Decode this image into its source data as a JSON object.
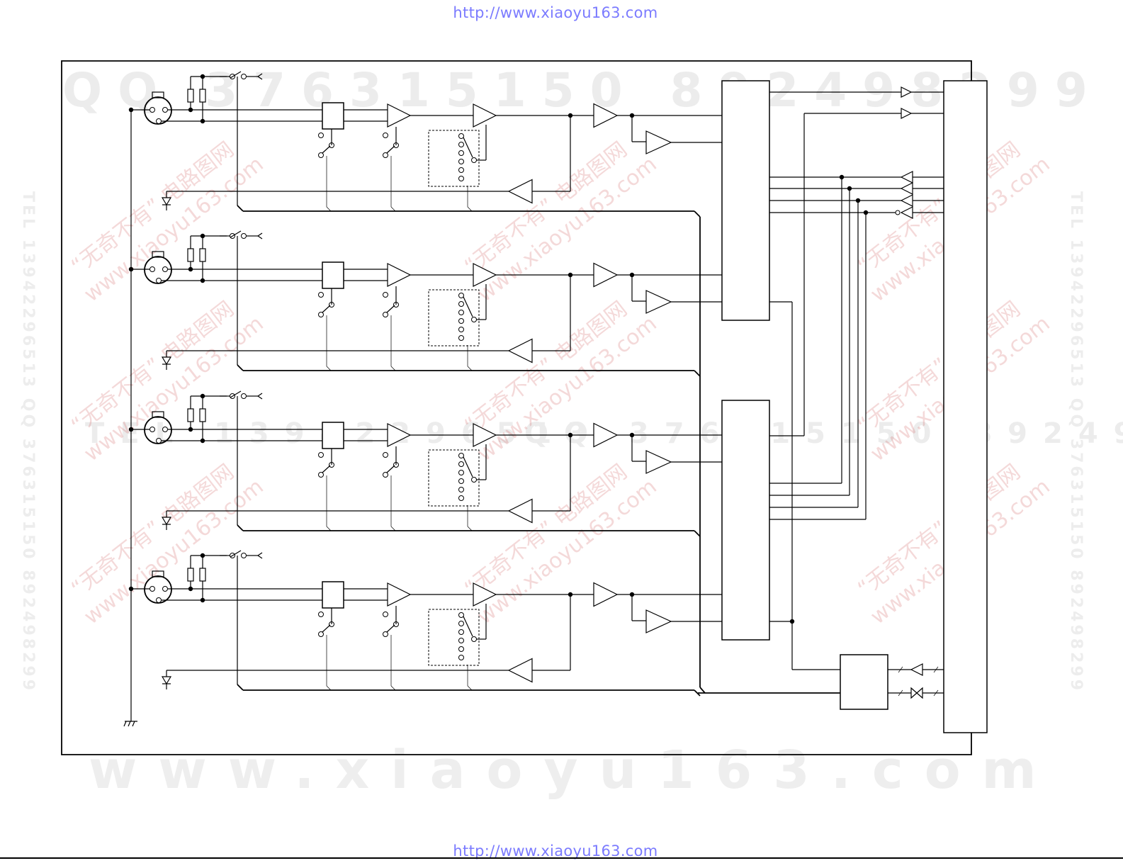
{
  "header": {
    "url_top": "http://www.xiaoyu163.com",
    "url_bottom": "http://www.xiaoyu163.com"
  },
  "watermarks": {
    "qq_line": "QQ 376315150 892498299",
    "tel_line": "TEL 13942296513",
    "tel_right": "QQ 376315150 892498299",
    "side": "TEL 13942296513 QQ 376315150 892498299",
    "site_big": "www.xiaoyu163.com",
    "cn_line": "“无奇不有” 电路图网",
    "en_line": "www.xiaoyu163.com"
  },
  "colors": {
    "url": "#7b7bff",
    "line": "#000000",
    "watermark_gray": "#ececec",
    "watermark_red": "#cd5050"
  },
  "icons": {
    "xlr": "xlr-connector-icon",
    "resistor": "resistor-icon",
    "switch": "switch-icon",
    "amp": "amplifier-icon",
    "led": "led-icon",
    "ground": "ground-icon"
  }
}
